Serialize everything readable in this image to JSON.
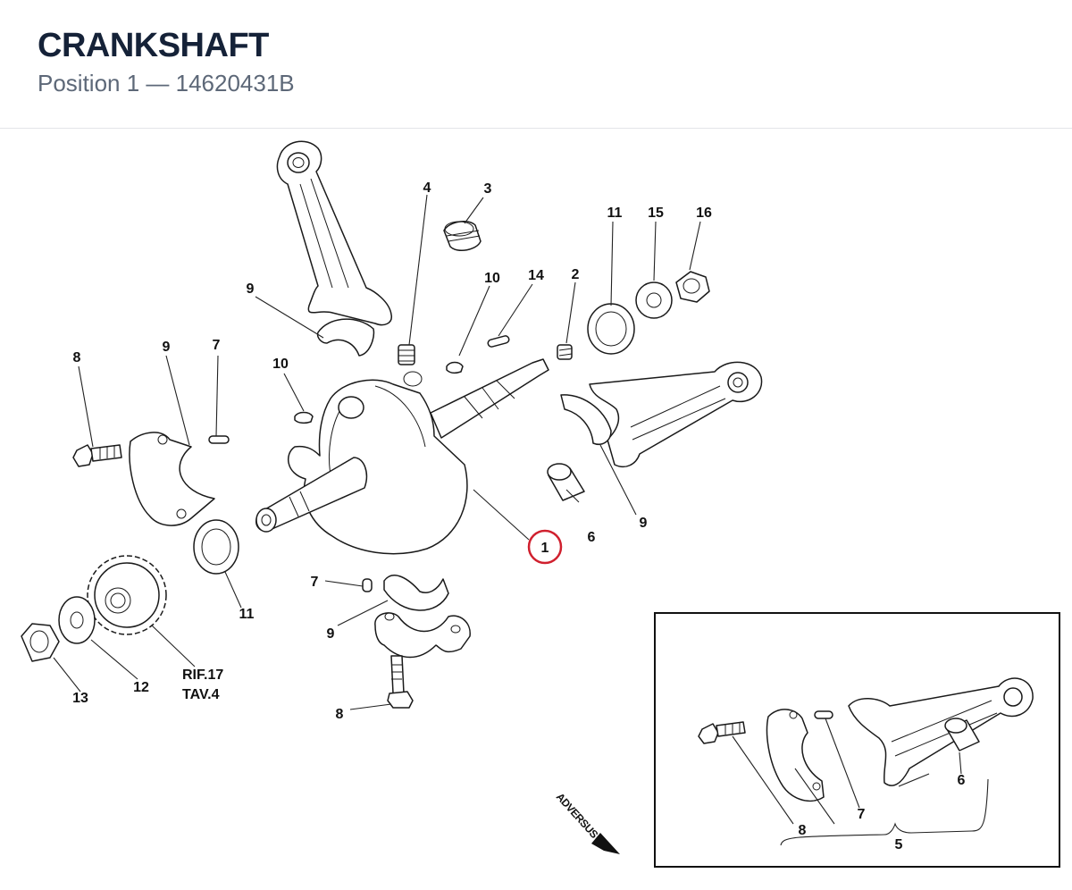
{
  "header": {
    "title": "CRANKSHAFT",
    "subtitle": "Position 1 — 14620431B"
  },
  "callouts": {
    "c1": "1",
    "c2": "2",
    "c3": "3",
    "c4": "4",
    "c6a": "6",
    "c6b": "6",
    "c7a": "7",
    "c7b": "7",
    "c7c": "7",
    "c8a": "8",
    "c8b": "8",
    "c8c": "8",
    "c9a": "9",
    "c9b": "9",
    "c9c": "9",
    "c9d": "9",
    "c10a": "10",
    "c10b": "10",
    "c11a": "11",
    "c11b": "11",
    "c12": "12",
    "c13": "13",
    "c14": "14",
    "c15": "15",
    "c16": "16",
    "c5": "5"
  },
  "reference": {
    "line1": "RIF.17",
    "line2": "TAV.4"
  },
  "watermark": "ADVERSUS",
  "colors": {
    "highlight": "#d0202e",
    "ink": "#1a1a1a"
  }
}
